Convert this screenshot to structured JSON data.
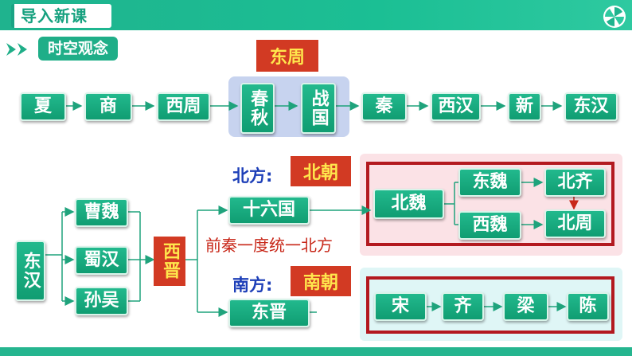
{
  "header": {
    "title": "导入新课"
  },
  "section": {
    "label": "时空观念"
  },
  "labels": {
    "dongzhou": "东周",
    "beichao": "北朝",
    "nanchao": "南朝",
    "beifang": "北方:",
    "nanfang": "南方:",
    "note": "前秦一度统一北方"
  },
  "timeline": [
    "夏",
    "商",
    "西周",
    "春秋",
    "战国",
    "秦",
    "西汉",
    "新",
    "东汉"
  ],
  "three_kingdoms": [
    "东汉",
    "曹魏",
    "蜀汉",
    "孙吴",
    "西晋"
  ],
  "north": {
    "shiliuguo": "十六国",
    "beiwei": "北魏",
    "dongwei": "东魏",
    "xiwei": "西魏",
    "beiqi": "北齐",
    "beizhou": "北周"
  },
  "south": {
    "dongjin": "东晋",
    "song": "宋",
    "qi": "齐",
    "liang": "梁",
    "chen": "陈"
  },
  "colors": {
    "green": "#16a37a",
    "red_box": "#b3191f",
    "label_red": "#d23a23",
    "label_yellow": "#ffe74d",
    "blue": "#1d3fb8",
    "pink_bg": "#fbe2e6",
    "cyan_bg": "#dff6f6",
    "lavender_bg": "#c7d3ef"
  },
  "icons": {
    "logo": "pinwheel-logo-icon",
    "section_arrows": "double-chevron-icon"
  }
}
